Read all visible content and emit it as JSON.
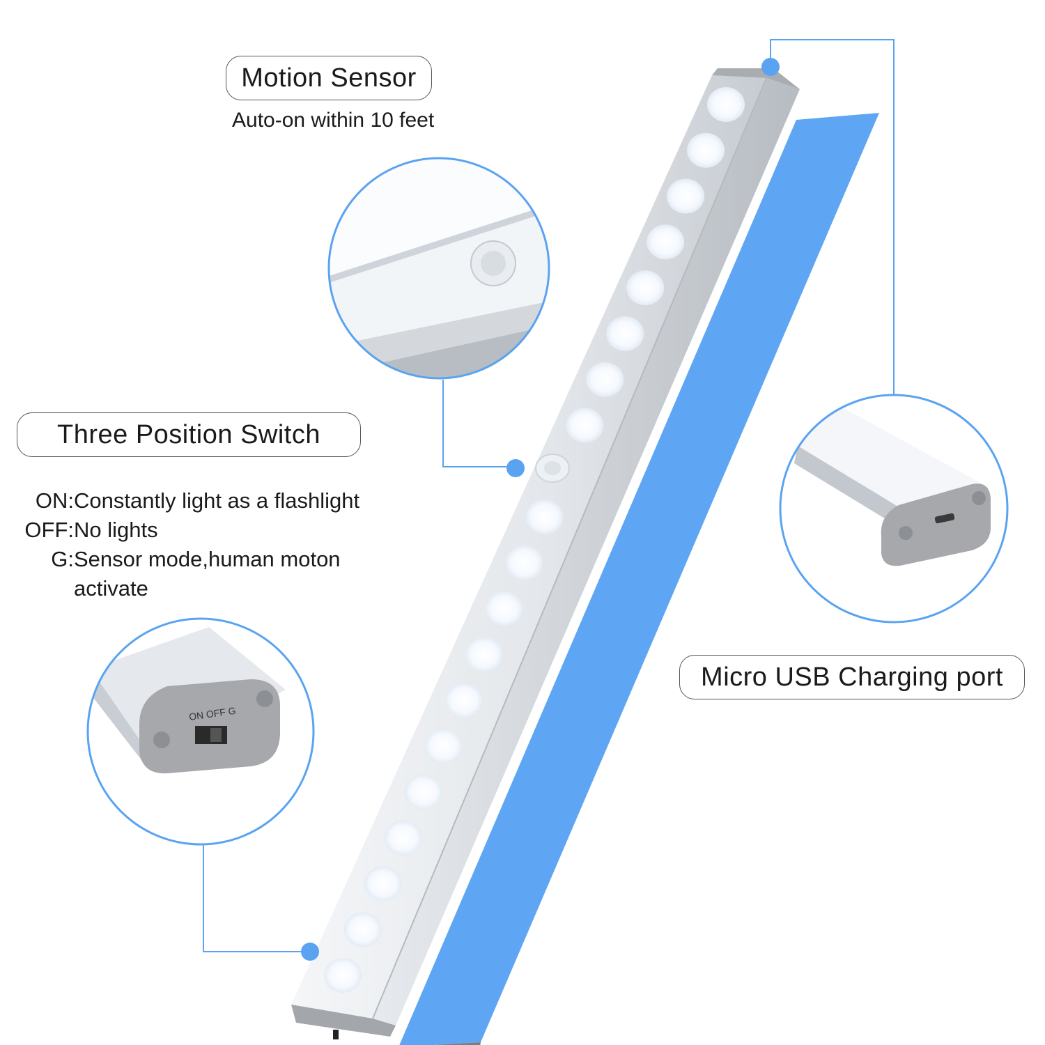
{
  "motion_sensor": {
    "title": "Motion Sensor",
    "subtitle": "Auto-on within 10 feet"
  },
  "switch": {
    "title": "Three Position Switch",
    "modes": [
      {
        "key": "ON:",
        "desc": "Constantly light as a flashlight"
      },
      {
        "key": "OFF:",
        "desc": "No lights"
      },
      {
        "key": "G:",
        "desc": "Sensor mode,human moton"
      },
      {
        "key": "",
        "desc": "activate"
      }
    ],
    "switch_markings": "ON  OFF  G"
  },
  "usb": {
    "title": "Micro USB Charging port"
  },
  "colors": {
    "accent_blue": "#5aa3f0",
    "tape_blue": "#5ea6f3",
    "bar_silver": "#d9dde2",
    "led_white": "#f7fbff",
    "end_cap_gray": "#a6a8ab"
  },
  "icons": [
    "connector-dot-icon",
    "pir-sensor-icon",
    "micro-usb-port-icon",
    "slide-switch-icon"
  ]
}
